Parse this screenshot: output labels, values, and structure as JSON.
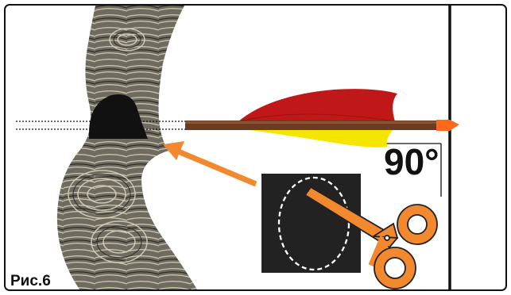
{
  "figure": {
    "caption": "Рис.6",
    "angle_label": "90°"
  },
  "icons": {
    "scissors": "scissors-icon",
    "arrow": "pointer-arrow",
    "patch": "cut-patch"
  },
  "colors": {
    "frame": "#111111",
    "bow_wood_dark": "#4a4a45",
    "bow_wood_light": "#b9b39f",
    "rest_black": "#111111",
    "arrow_shaft": "#6b3a1f",
    "arrow_tip": "#ff6a1a",
    "fletch_red": "#c01818",
    "fletch_yellow": "#f5e600",
    "pointer_arrow": "#f3892f",
    "scissors": "#f3892f",
    "patch_bg": "#222222",
    "dashed_outline": "#ffffff"
  }
}
